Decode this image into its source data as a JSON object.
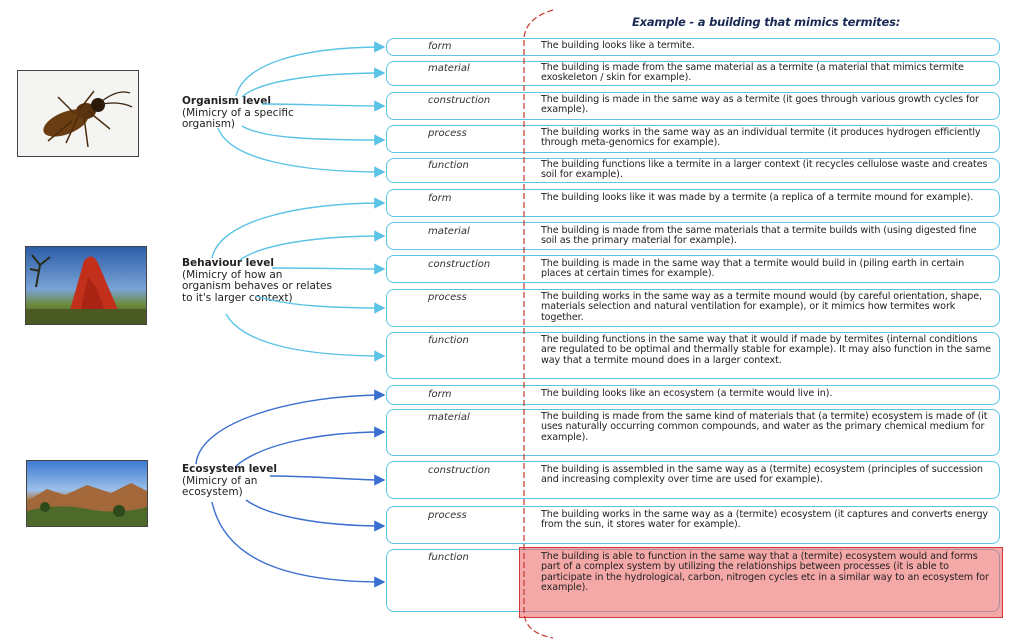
{
  "header": "Example - a building that mimics termites:",
  "levels": [
    {
      "title": "Organism level",
      "subtitle": "(Mimicry of a specific organism)",
      "icon": "termite-insect-photo"
    },
    {
      "title": "Behaviour level",
      "subtitle": "(Mimicry of how an organism behaves or relates to it's larger context)",
      "icon": "termite-mound-photo"
    },
    {
      "title": "Ecosystem level",
      "subtitle": "(Mimicry of an ecosystem)",
      "icon": "ecosystem-landscape-photo"
    }
  ],
  "rows": [
    {
      "category": "form",
      "text": "The building looks like a termite."
    },
    {
      "category": "material",
      "text": "The building is made from the same material as a termite (a material that mimics termite exoskeleton / skin for example)."
    },
    {
      "category": "construction",
      "text": "The building is made in the same way as a termite (it goes through various growth cycles for example)."
    },
    {
      "category": "process",
      "text": "The building works in the same way as an individual termite (it produces hydrogen efficiently through meta-genomics for example)."
    },
    {
      "category": "function",
      "text": "The building functions like a termite in a larger context (it recycles cellulose waste and creates soil for example)."
    },
    {
      "category": "form",
      "text": "The building looks like it was made by a termite (a replica of a termite mound for example)."
    },
    {
      "category": "material",
      "text": "The building is made from the same materials that a termite builds with (using digested fine soil as the primary material for example)."
    },
    {
      "category": "construction",
      "text": "The building is made in the same way that a termite would build in (piling earth in certain places at certain times for example)."
    },
    {
      "category": "process",
      "text": "The building works in the same way as a termite mound would (by careful orientation, shape, materials selection and natural ventilation for example), or it mimics how termites work together."
    },
    {
      "category": "function",
      "text": "The building functions in the same way that it would if made by termites (internal conditions are regulated to be optimal and thermally stable for example). It may also function in the same way that a termite mound does in a larger context."
    },
    {
      "category": "form",
      "text": "The building looks like an ecosystem (a termite would live in)."
    },
    {
      "category": "material",
      "text": "The building is made from the same kind of materials that (a termite) ecosystem is made of (it uses naturally occurring common compounds, and water as the primary chemical medium for example)."
    },
    {
      "category": "construction",
      "text": "The building is assembled in the same way as a (termite) ecosystem (principles of succession and increasing complexity over time are used for example)."
    },
    {
      "category": "process",
      "text": "The building works in the same way as a (termite) ecosystem (it captures and converts energy from the sun, it stores water for example)."
    },
    {
      "category": "function",
      "text": "The building is able to function in the same way that a (termite) ecosystem would and forms part of a complex system by utilizing the relationships between processes (it is able to participate in the hydrological, carbon, nitrogen cycles etc in a similar way to an ecosystem for example)."
    }
  ],
  "colors": {
    "behaviour_arrows": "#5bc4e6",
    "ecosystem_arrows": "#3a6fd0",
    "divider": "#c0392b",
    "highlight": "#ec6060"
  }
}
